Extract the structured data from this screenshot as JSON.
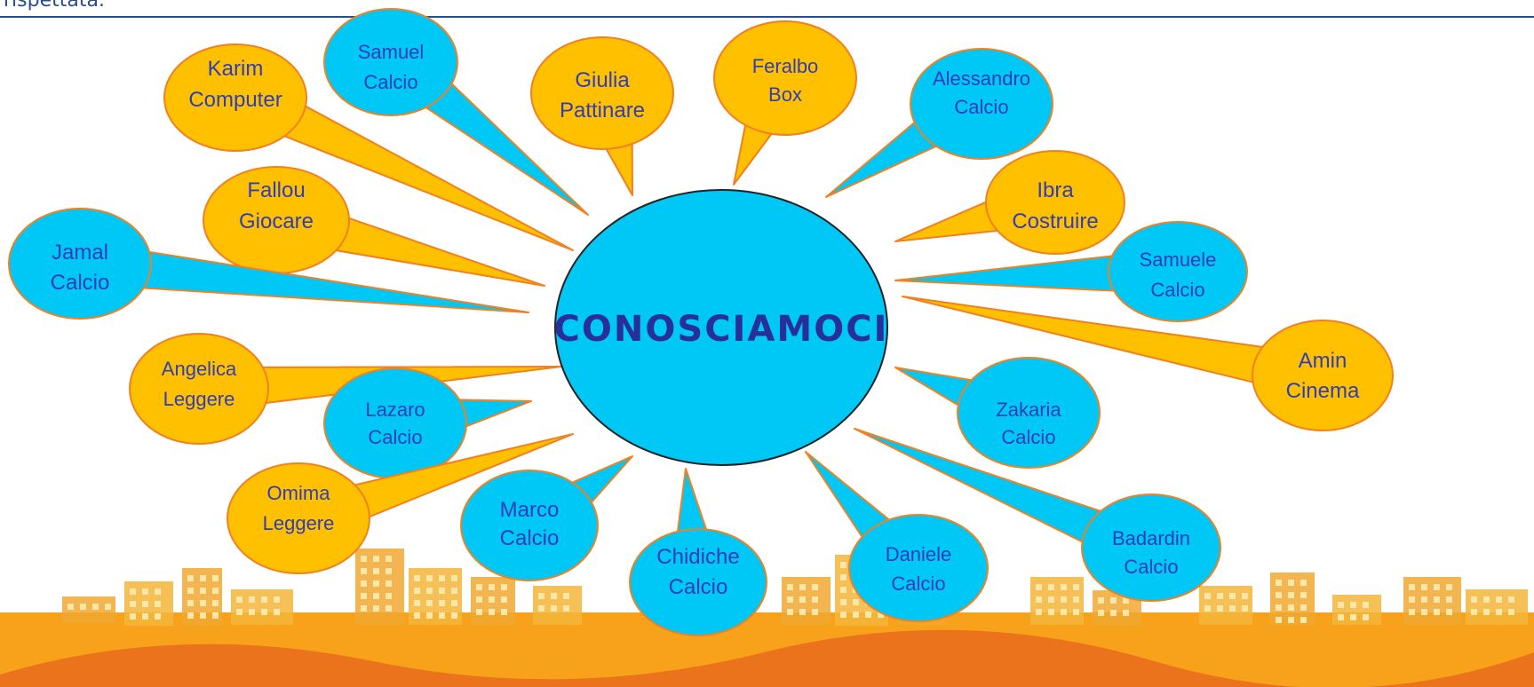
{
  "header": {
    "snippet": "rispettata."
  },
  "diagram": {
    "title": "CONOSCIAMOCI",
    "colors": {
      "hub": "#00c8f6",
      "gold": "#ffc000",
      "blue": "#00c8f6",
      "outline": "#f08020",
      "text": "#2f3db8",
      "title": "#27309a"
    },
    "bubbles": [
      {
        "name": "Karim",
        "activity": "Computer",
        "color": "gold"
      },
      {
        "name": "Samuel",
        "activity": "Calcio",
        "color": "blue"
      },
      {
        "name": "Giulia",
        "activity": "Pattinare",
        "color": "gold"
      },
      {
        "name": "Feralbo",
        "activity": "Box",
        "color": "gold"
      },
      {
        "name": "Alessandro",
        "activity": "Calcio",
        "color": "blue"
      },
      {
        "name": "Fallou",
        "activity": "Giocare",
        "color": "gold"
      },
      {
        "name": "Ibra",
        "activity": "Costruire",
        "color": "gold"
      },
      {
        "name": "Jamal",
        "activity": "Calcio",
        "color": "blue"
      },
      {
        "name": "Samuele",
        "activity": "Calcio",
        "color": "blue"
      },
      {
        "name": "Amin",
        "activity": "Cinema",
        "color": "gold"
      },
      {
        "name": "Angelica",
        "activity": "Leggere",
        "color": "gold"
      },
      {
        "name": "Lazaro",
        "activity": "Calcio",
        "color": "blue"
      },
      {
        "name": "Zakaria",
        "activity": "Calcio",
        "color": "blue"
      },
      {
        "name": "Omima",
        "activity": "Leggere",
        "color": "gold"
      },
      {
        "name": "Marco",
        "activity": "Calcio",
        "color": "blue"
      },
      {
        "name": "Chidiche",
        "activity": "Calcio",
        "color": "blue"
      },
      {
        "name": "Daniele",
        "activity": "Calcio",
        "color": "blue"
      },
      {
        "name": "Badardin",
        "activity": "Calcio",
        "color": "blue"
      }
    ]
  }
}
